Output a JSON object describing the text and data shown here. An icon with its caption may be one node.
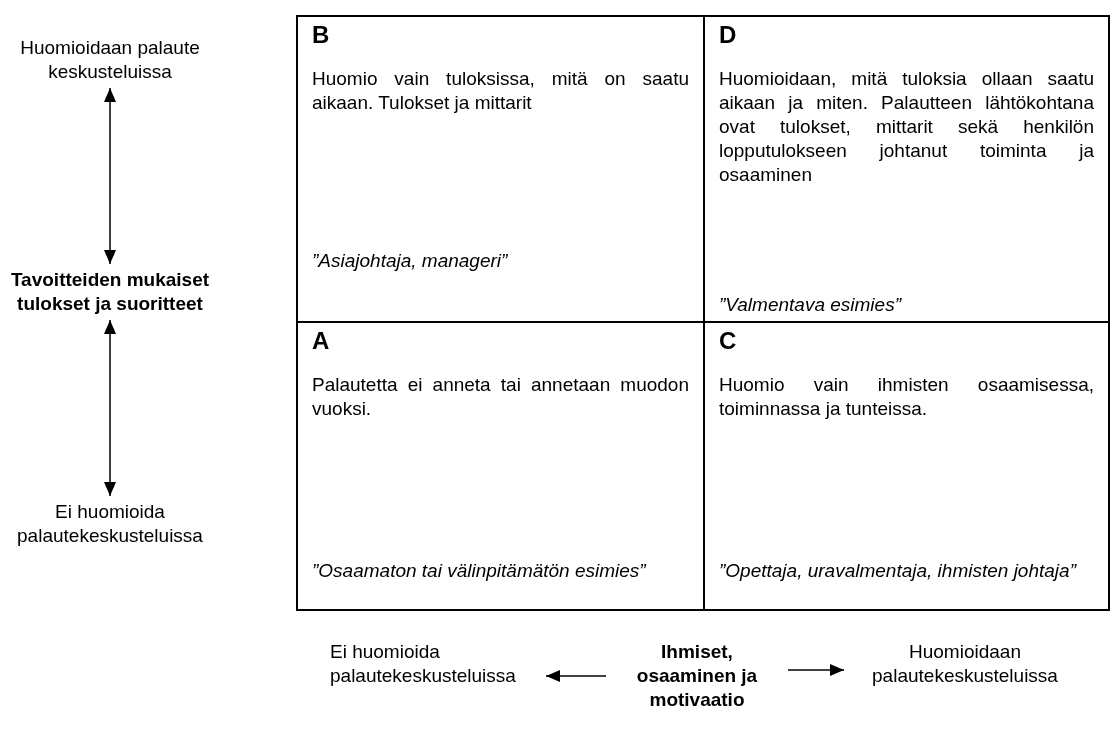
{
  "diagram": {
    "nodes": [
      {
        "text": [
          "Huomioidaan palaute keskusteluissa"
        ]
      },
      {
        "text": [
          "Tavoitteiden mukaiset tulokset ja suoritteet"
        ]
      },
      {
        "text": [
          "Ei huomioida palautekeskusteluissa"
        ]
      },
      {
        "text": [
          "B",
          "Huomio vain tuloksissa, mitä on saatu aikaan. Tulokset ja mittarit",
          "”Asiajohtaja, manageri”"
        ]
      },
      {
        "text": [
          "D",
          "Huomioidaan, mitä tuloksia ollaan saatu aikaan ja miten. Palautteen lähtökohtana ovat tulokset, mittarit sekä henkilön lopputulokseen johtanut toiminta ja osaaminen",
          "”Valmentava esimies”"
        ]
      },
      {
        "text": [
          "A",
          "Palautetta ei anneta tai annetaan muodon vuoksi.",
          "”Osaamaton tai välinpitämätön esimies”"
        ]
      },
      {
        "text": [
          "C",
          "Huomio vain ihmisten osaamisessa, toiminnassa ja tunteissa.",
          "”Opettaja, uravalmentaja, ihmisten johtaja”"
        ]
      },
      {
        "text": [
          "Ei huomioida palautekeskusteluissa"
        ]
      },
      {
        "text": [
          "Ihmiset, osaaminen ja motivaatio"
        ]
      },
      {
        "text": [
          "Huomioidaan palautekeskusteluissa"
        ]
      }
    ],
    "edges": [
      {
        "from": 0,
        "to": 1,
        "arrow": "both"
      },
      {
        "from": 1,
        "to": 2,
        "arrow": "both"
      },
      {
        "from": 8,
        "to": 7,
        "arrow": "to"
      },
      {
        "from": 8,
        "to": 9,
        "arrow": "to"
      }
    ]
  }
}
